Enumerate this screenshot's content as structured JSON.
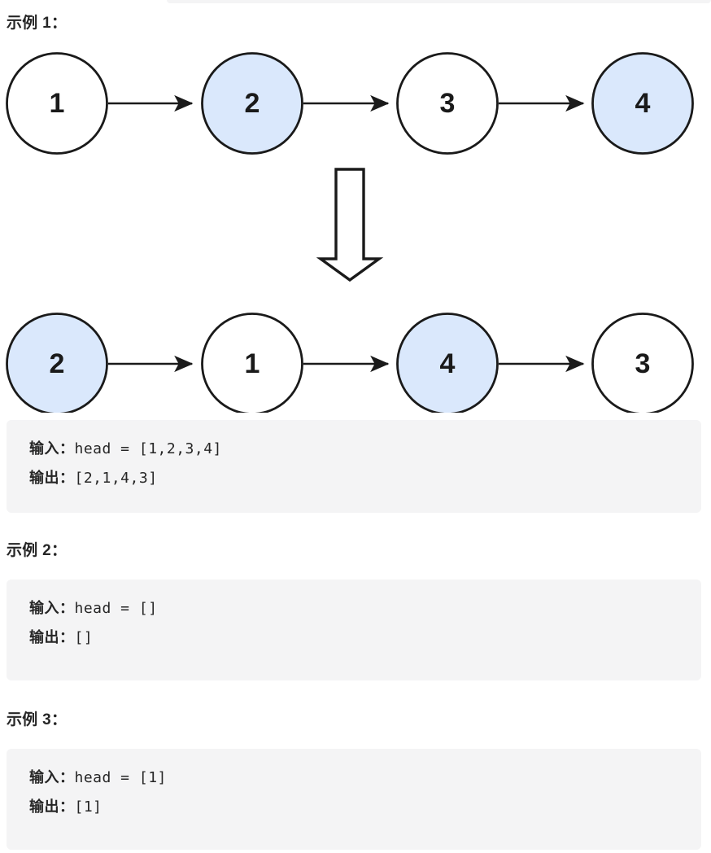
{
  "page": {
    "background": "#ffffff",
    "code_block_background": "#f4f4f5",
    "text_color": "#262626"
  },
  "examples": [
    {
      "title": "示例 1：",
      "input_label": "输入：",
      "input_value": "head = [1,2,3,4]",
      "output_label": "输出：",
      "output_value": "[2,1,4,3]"
    },
    {
      "title": "示例 2：",
      "input_label": "输入：",
      "input_value": "head = []",
      "output_label": "输出：",
      "output_value": "[]"
    },
    {
      "title": "示例 3：",
      "input_label": "输入：",
      "input_value": "head = [1]",
      "output_label": "输出：",
      "output_value": "[1]"
    }
  ],
  "diagram": {
    "node_fill_highlight": "#dae8fc",
    "node_fill_plain": "#ffffff",
    "node_stroke": "#1a1a1a",
    "arrow_color": "#1a1a1a",
    "before_row": {
      "label": "before-swap-linked-list",
      "nodes": [
        {
          "value": "1",
          "highlighted": false
        },
        {
          "value": "2",
          "highlighted": true
        },
        {
          "value": "3",
          "highlighted": false
        },
        {
          "value": "4",
          "highlighted": true
        }
      ]
    },
    "after_row": {
      "label": "after-swap-linked-list",
      "nodes": [
        {
          "value": "2",
          "highlighted": true
        },
        {
          "value": "1",
          "highlighted": false
        },
        {
          "value": "4",
          "highlighted": true
        },
        {
          "value": "3",
          "highlighted": false
        }
      ]
    },
    "transform_arrow": "down-block-arrow"
  }
}
